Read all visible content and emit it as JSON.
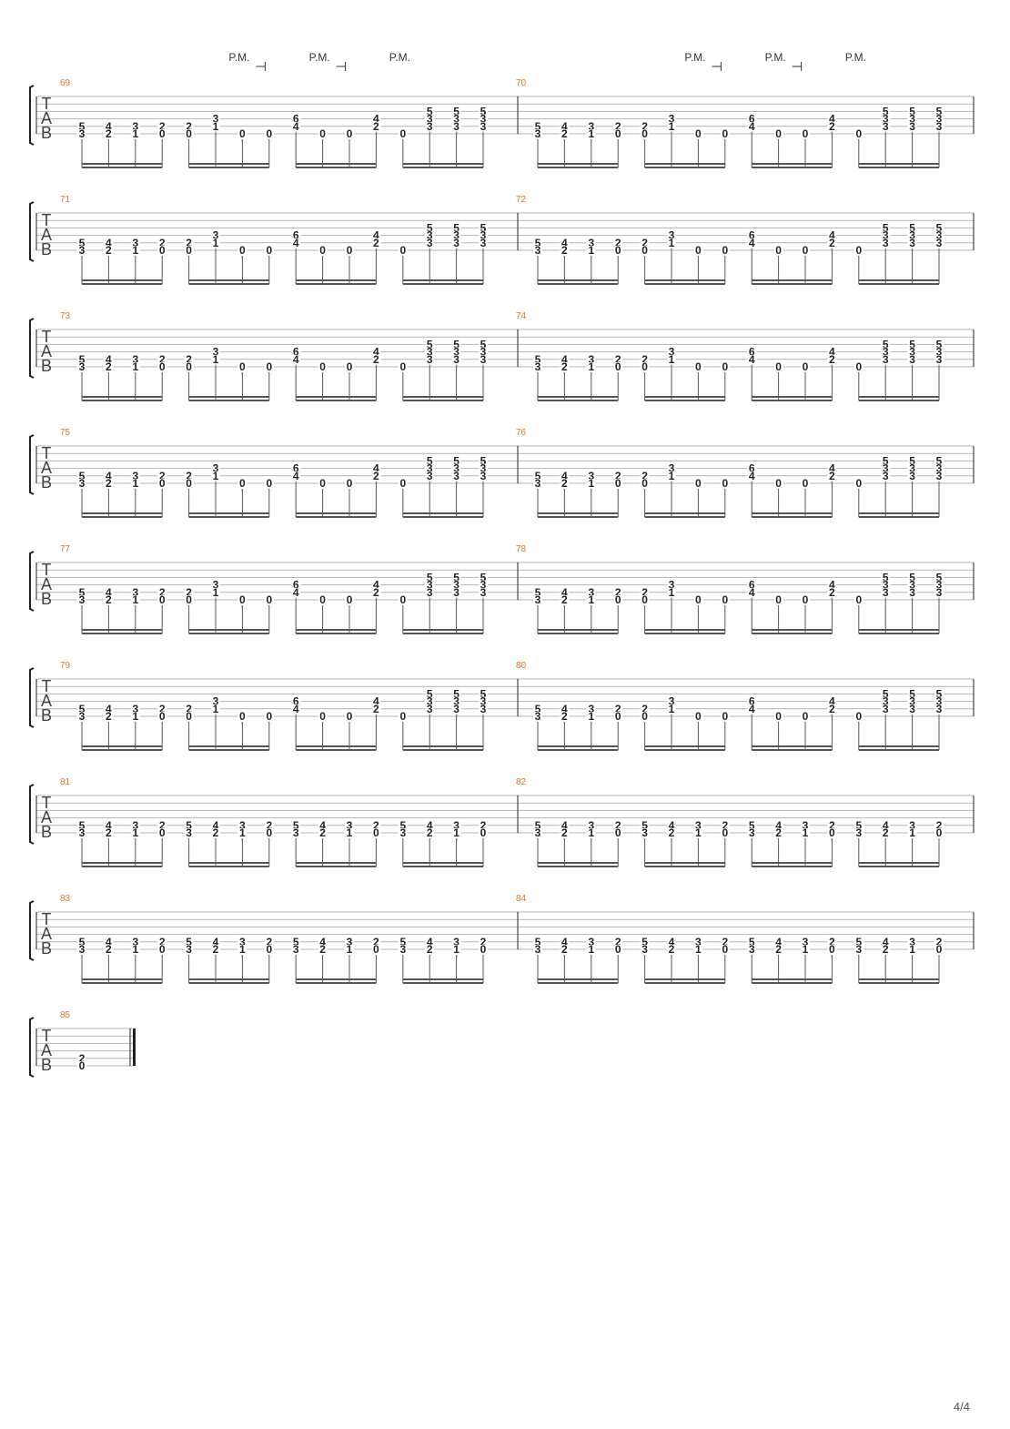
{
  "colors": {
    "measure_number": "#e8702a",
    "staff_line": "#b4b4b4",
    "ink": "#222222",
    "beam": "#555555"
  },
  "palm_mute_label": "P.M.",
  "palm_mute_marks": [
    {
      "system": 0,
      "measure": 0,
      "beat": 6,
      "extended": true
    },
    {
      "system": 0,
      "measure": 0,
      "beat": 9,
      "extended": true
    },
    {
      "system": 0,
      "measure": 0,
      "beat": 12,
      "extended": false
    },
    {
      "system": 0,
      "measure": 1,
      "beat": 6,
      "extended": true
    },
    {
      "system": 0,
      "measure": 1,
      "beat": 9,
      "extended": true
    },
    {
      "system": 0,
      "measure": 1,
      "beat": 12,
      "extended": false
    }
  ],
  "tab_clef": [
    "T",
    "A",
    "B"
  ],
  "patterns": {
    "A": [
      [
        "5",
        "3"
      ],
      [
        "4",
        "2"
      ],
      [
        "3",
        "1"
      ],
      [
        "2",
        "0"
      ],
      [
        "2",
        "0"
      ],
      [
        "3",
        "1"
      ],
      [
        "0"
      ],
      [
        "0"
      ],
      [
        "6",
        "4"
      ],
      [
        "0"
      ],
      [
        "0"
      ],
      [
        "4",
        "2"
      ],
      [
        "0"
      ],
      [
        "5",
        "3",
        "3"
      ],
      [
        "5",
        "3",
        "3"
      ],
      [
        "5",
        "3",
        "3"
      ]
    ],
    "B": [
      [
        "5",
        "3"
      ],
      [
        "4",
        "2"
      ],
      [
        "3",
        "1"
      ],
      [
        "2",
        "0"
      ],
      [
        "5",
        "3"
      ],
      [
        "4",
        "2"
      ],
      [
        "3",
        "1"
      ],
      [
        "2",
        "0"
      ],
      [
        "5",
        "3"
      ],
      [
        "4",
        "2"
      ],
      [
        "3",
        "1"
      ],
      [
        "2",
        "0"
      ],
      [
        "5",
        "3"
      ],
      [
        "4",
        "2"
      ],
      [
        "3",
        "1"
      ],
      [
        "2",
        "0"
      ]
    ]
  },
  "string_positions": {
    "A": [
      [
        4,
        5
      ],
      [
        4,
        5
      ],
      [
        4,
        5
      ],
      [
        4,
        5
      ],
      [
        4,
        5
      ],
      [
        3,
        4
      ],
      [
        5
      ],
      [
        5
      ],
      [
        3,
        4
      ],
      [
        5
      ],
      [
        5
      ],
      [
        3,
        4
      ],
      [
        5
      ],
      [
        2,
        3,
        4
      ],
      [
        2,
        3,
        4
      ],
      [
        2,
        3,
        4
      ]
    ],
    "B": [
      [
        4,
        5
      ],
      [
        4,
        5
      ],
      [
        4,
        5
      ],
      [
        4,
        5
      ],
      [
        4,
        5
      ],
      [
        4,
        5
      ],
      [
        4,
        5
      ],
      [
        4,
        5
      ],
      [
        4,
        5
      ],
      [
        4,
        5
      ],
      [
        4,
        5
      ],
      [
        4,
        5
      ],
      [
        4,
        5
      ],
      [
        4,
        5
      ],
      [
        4,
        5
      ],
      [
        4,
        5
      ]
    ]
  },
  "systems": [
    {
      "measures": [
        {
          "number": "69",
          "pattern": "A"
        },
        {
          "number": "70",
          "pattern": "A"
        }
      ]
    },
    {
      "measures": [
        {
          "number": "71",
          "pattern": "A"
        },
        {
          "number": "72",
          "pattern": "A"
        }
      ]
    },
    {
      "measures": [
        {
          "number": "73",
          "pattern": "A"
        },
        {
          "number": "74",
          "pattern": "A"
        }
      ]
    },
    {
      "measures": [
        {
          "number": "75",
          "pattern": "A"
        },
        {
          "number": "76",
          "pattern": "A"
        }
      ]
    },
    {
      "measures": [
        {
          "number": "77",
          "pattern": "A"
        },
        {
          "number": "78",
          "pattern": "A"
        }
      ]
    },
    {
      "measures": [
        {
          "number": "79",
          "pattern": "A"
        },
        {
          "number": "80",
          "pattern": "A"
        }
      ]
    },
    {
      "measures": [
        {
          "number": "81",
          "pattern": "B"
        },
        {
          "number": "82",
          "pattern": "B"
        }
      ]
    },
    {
      "measures": [
        {
          "number": "83",
          "pattern": "B"
        },
        {
          "number": "84",
          "pattern": "B"
        }
      ]
    }
  ],
  "final_measure": {
    "number": "85",
    "notes": [
      "2",
      "0"
    ]
  },
  "page_number": "4/4"
}
